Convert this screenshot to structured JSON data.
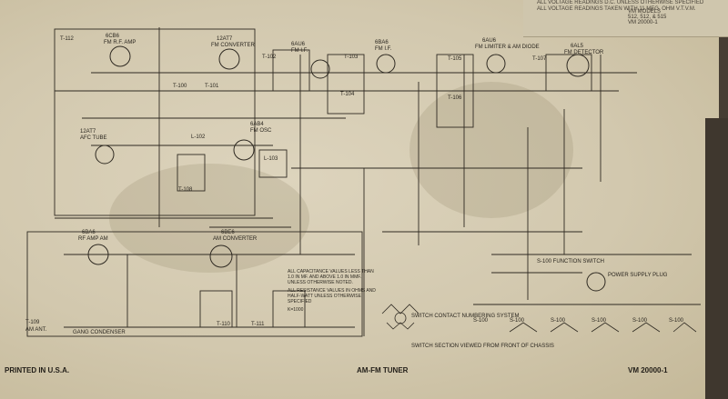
{
  "title_block": {
    "printed": "PRINTED IN U.S.A.",
    "name": "AM-FM TUNER",
    "model": "VM 20000-1"
  },
  "top_note": {
    "lines": [
      "ALL VOLTAGE READINGS D.C. UNLESS OTHERWISE SPECIFIED",
      "ALL VOLTAGE READINGS TAKEN WITH 11 MEG. OHM V.T.V.M."
    ],
    "models_title": "VM MODELS",
    "models_list": "512, 512, & 515",
    "ref": "VM 20000-1"
  },
  "tubes": [
    {
      "id": "6CB6",
      "label": "6CB6",
      "sub": "FM R.F. AMP"
    },
    {
      "id": "12AT7-conv",
      "label": "12AT7",
      "sub": "FM CONVERTER"
    },
    {
      "id": "6AU6-1",
      "label": "6AU6",
      "sub": "FM I.F."
    },
    {
      "id": "6BA6",
      "label": "6BA6",
      "sub": "FM I.F."
    },
    {
      "id": "6AU6-2",
      "label": "6AU6",
      "sub": "FM LIMITER & AM DIODE"
    },
    {
      "id": "6AL5",
      "label": "6AL5",
      "sub": "FM DETECTOR"
    },
    {
      "id": "12AT7-afc",
      "label": "12AT7",
      "sub": "AFC TUBE"
    },
    {
      "id": "6AB4",
      "label": "6AB4",
      "sub": "FM OSC"
    },
    {
      "id": "6BA6-am",
      "label": "6BA6",
      "sub": "RF AMP AM"
    },
    {
      "id": "6BE6",
      "label": "6BE6",
      "sub": "AM CONVERTER"
    }
  ],
  "transformers": [
    "T-112",
    "T-100",
    "T-101",
    "T-102",
    "T-103",
    "T-104",
    "T-105",
    "T-106",
    "T-107",
    "T-108",
    "T-109",
    "T-110",
    "T-111",
    "L-102",
    "L-103"
  ],
  "notes": [
    "ALL CAPACITANCE VALUES LESS THAN 1.0 IN MF. AND ABOVE 1.0 IN MMF. UNLESS OTHERWISE NOTED.",
    "ALL RESISTANCE VALUES IN OHMS AND HALF-WATT UNLESS OTHERWISE SPECIFIED",
    "K=1000"
  ],
  "switch_notes": {
    "title": "SWITCH CONTACT NUMBERING SYSTEM",
    "sub": "SWITCH SECTION VIEWED FROM FRONT OF CHASSIS",
    "ref": "S-100 FUNCTION SWITCH"
  },
  "power": {
    "label": "POWER SUPPLY PLUG"
  },
  "gang": {
    "label": "GANG CONDENSER"
  },
  "ant": {
    "label": "AM ANT."
  },
  "bottom_switch_labels": [
    "S-100",
    "S-100",
    "S-100",
    "S-100",
    "S-100",
    "S-100"
  ],
  "colors": {
    "paper": "#d6cdb4",
    "ink": "#2a261f"
  }
}
